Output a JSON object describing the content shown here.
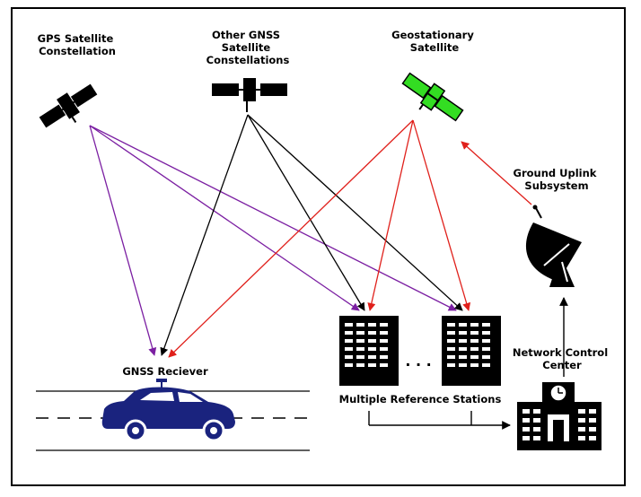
{
  "labels": {
    "gps": [
      "GPS Satellite",
      "Constellation"
    ],
    "other_gnss": [
      "Other GNSS",
      "Satellite",
      "Constellations"
    ],
    "geo": [
      "Geostationary",
      "Satellite"
    ],
    "uplink": [
      "Ground Uplink",
      "Subsystem"
    ],
    "ncc": [
      "Network Control",
      "Center"
    ],
    "receiver": "GNSS Reciever",
    "stations": "Multiple Reference Stations",
    "ellipsis": ". . ."
  },
  "colors": {
    "gps_signal": "#7b1fa2",
    "other_signal": "#000000",
    "geo_signal": "#e0201b",
    "geo_satellite": "#33dd22",
    "car": "#1a237e",
    "structure": "#000000"
  },
  "icons": [
    "satellite-icon",
    "building-icon",
    "car-icon",
    "dish-icon",
    "clock-icon"
  ]
}
